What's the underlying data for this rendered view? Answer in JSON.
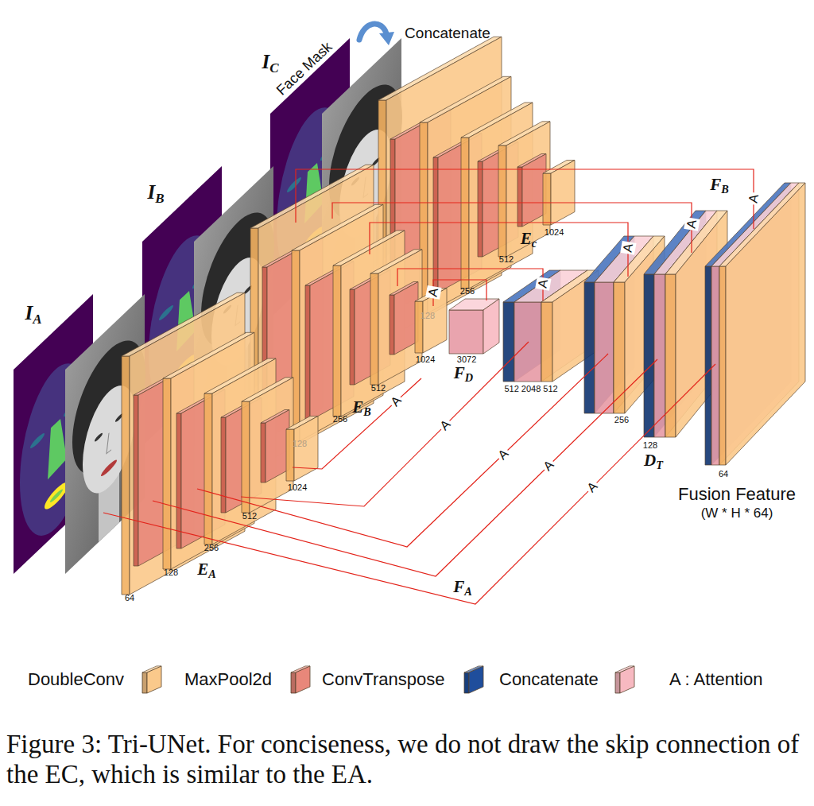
{
  "diagram": {
    "caption": "Figure 3: Tri-UNet. For conciseness, we do not draw the skip connection of the EC, which is similar to the EA.",
    "labels": [
      "Concatenate",
      "Face Mask",
      "IC",
      "IB",
      "IA",
      "1024",
      "512",
      "Ec",
      "256",
      "128",
      "1024",
      "512",
      "256",
      "EB",
      "128",
      "1024",
      "512",
      "256",
      "128",
      "64",
      "EA",
      "3072",
      "FD",
      "512 2048 512",
      "256",
      "128",
      "64",
      "DT",
      "FB",
      "FA",
      "Fusion Feature",
      "(W * H * 64)",
      "A",
      "A",
      "A",
      "A",
      "A",
      "A",
      "A",
      "A",
      "A",
      "A"
    ],
    "legend": [
      {
        "text": "DoubleConv",
        "color": "#fac98b"
      },
      {
        "text": "MaxPool2d",
        "color": "#e8877a"
      },
      {
        "text": "ConvTranspose",
        "color": "#1f4e9c"
      },
      {
        "text": "Concatenate",
        "color": "#f7b9c1"
      },
      {
        "text": "A : Attention"
      }
    ]
  }
}
